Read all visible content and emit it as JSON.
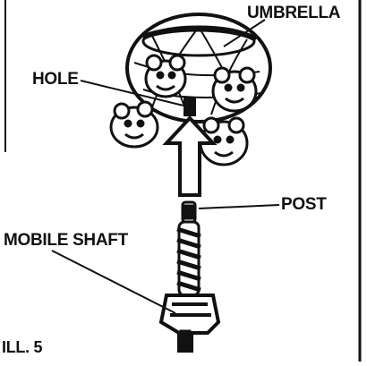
{
  "labels": {
    "umbrella": "UMBRELLA",
    "hole": "HOLE",
    "post": "POST",
    "mobile_shaft": "MOBILE SHAFT",
    "figure": "ILL. 5"
  },
  "colors": {
    "ink": "#111111",
    "paper": "#ffffff"
  }
}
